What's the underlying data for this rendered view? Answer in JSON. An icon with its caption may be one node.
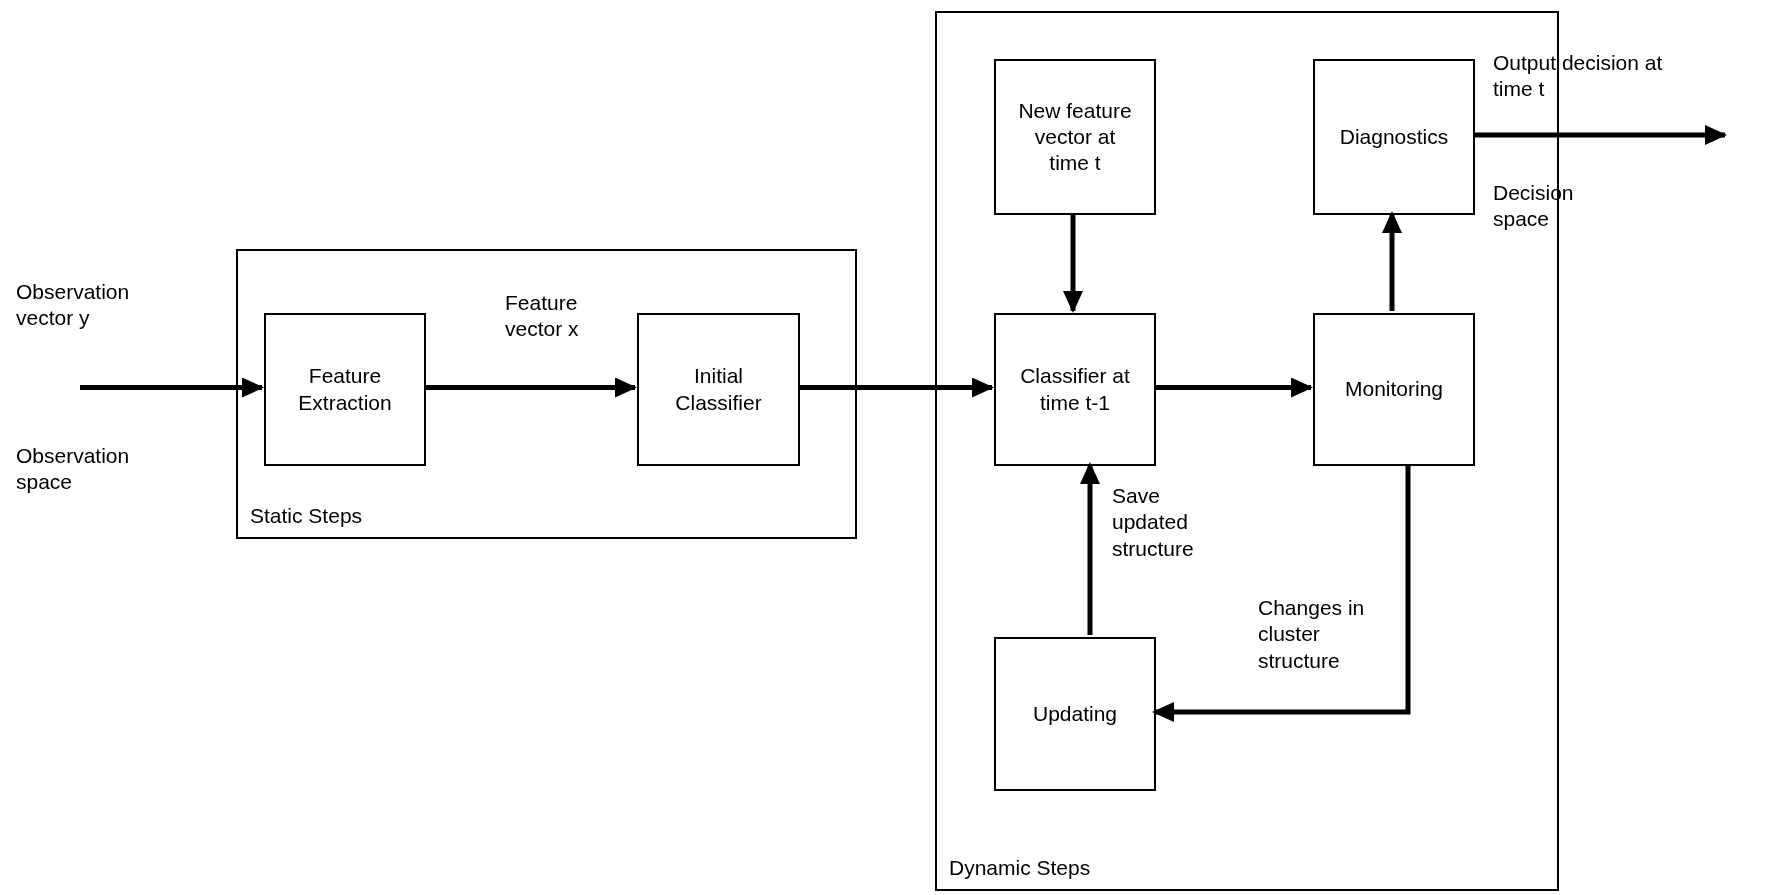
{
  "diagram": {
    "nodes": [
      {
        "text": [
          "Static Steps"
        ]
      },
      {
        "text": [
          "Feature Extraction"
        ],
        "in": 0
      },
      {
        "text": [
          "Initial Classifier"
        ],
        "in": 0
      },
      {
        "text": [
          "Dynamic Steps"
        ]
      },
      {
        "text": [
          "New feature vector at time t"
        ],
        "in": 3
      },
      {
        "text": [
          "Diagnostics"
        ],
        "in": 3
      },
      {
        "text": [
          "Classifier at time t-1"
        ],
        "in": 3
      },
      {
        "text": [
          "Monitoring"
        ],
        "in": 3
      },
      {
        "text": [
          "Updating"
        ],
        "in": 3
      }
    ],
    "edges": [
      {
        "from": null,
        "to": 1,
        "arrow": "to"
      },
      {
        "from": 1,
        "to": 2,
        "arrow": "to",
        "label": "Feature vector x"
      },
      {
        "from": 2,
        "to": 6,
        "arrow": "to"
      },
      {
        "from": 4,
        "to": 6,
        "arrow": "to"
      },
      {
        "from": 6,
        "to": 7,
        "arrow": "to"
      },
      {
        "from": 7,
        "to": 5,
        "arrow": "to"
      },
      {
        "from": 5,
        "to": null,
        "arrow": "to"
      },
      {
        "from": 8,
        "to": 6,
        "arrow": "to",
        "label": "Save updated structure"
      },
      {
        "from": 7,
        "to": 8,
        "arrow": "to",
        "label": "Changes in cluster structure"
      }
    ],
    "labels": [
      "Observation vector y",
      "Observation space",
      "Output decision at time t",
      "Decision space"
    ]
  }
}
